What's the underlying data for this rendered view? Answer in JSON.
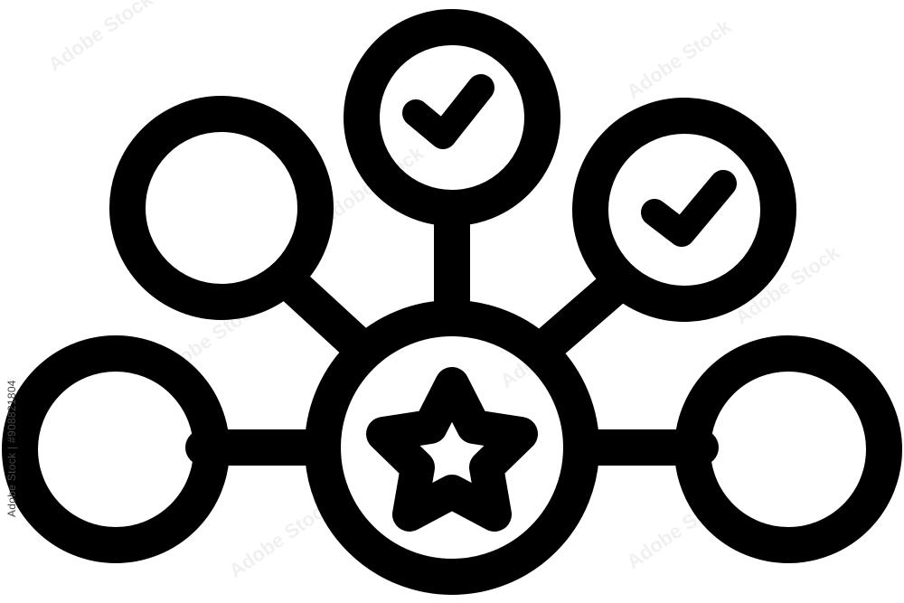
{
  "icon": {
    "name": "network-hub-with-star-and-checkmarks",
    "foreground_color": "#000000",
    "background_color": "#ffffff",
    "nodes": [
      {
        "name": "center-star",
        "icon": "star-icon"
      },
      {
        "name": "top",
        "icon": "checkmark-icon"
      },
      {
        "name": "upper-right",
        "icon": "checkmark-icon"
      },
      {
        "name": "upper-left",
        "icon": "empty-circle"
      },
      {
        "name": "left",
        "icon": "empty-circle"
      },
      {
        "name": "right",
        "icon": "empty-circle"
      }
    ]
  },
  "watermark": {
    "side_text": "Adobe Stock | #908821804",
    "repeated_text": "Adobe Stock"
  }
}
